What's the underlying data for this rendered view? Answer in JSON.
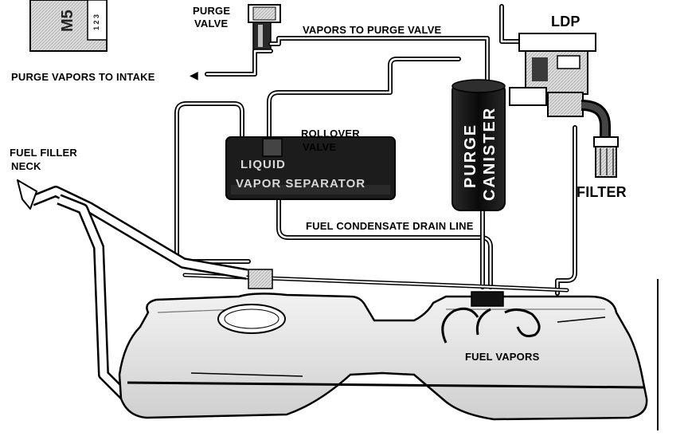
{
  "labels": {
    "purge_valve_line1": "PURGE",
    "purge_valve_line2": "VALVE",
    "vapors_to_purge_valve": "VAPORS TO PURGE VALVE",
    "ldp": "LDP",
    "purge_vapors_to_intake": "PURGE VAPORS TO INTAKE",
    "rollover_valve_line1": "ROLLOVER",
    "rollover_valve_line2": "VALVE",
    "fuel_filler_line1": "FUEL FILLER",
    "fuel_filler_line2": "NECK",
    "filter": "FILTER",
    "fuel_condensate_drain_line": "FUEL CONDENSATE DRAIN LINE",
    "fuel_vapors": "FUEL VAPORS",
    "canister_line1": "PURGE",
    "canister_line2": "CANISTER",
    "separator_line1": "LIQUID",
    "separator_line2": "VAPOR SEPARATOR",
    "module_code": "M5",
    "module_pins": "1 2 3"
  },
  "colors": {
    "ink": "#000000",
    "paper": "#ffffff",
    "tank_fill": "#e6e6e6",
    "component_dark": "#151515"
  }
}
